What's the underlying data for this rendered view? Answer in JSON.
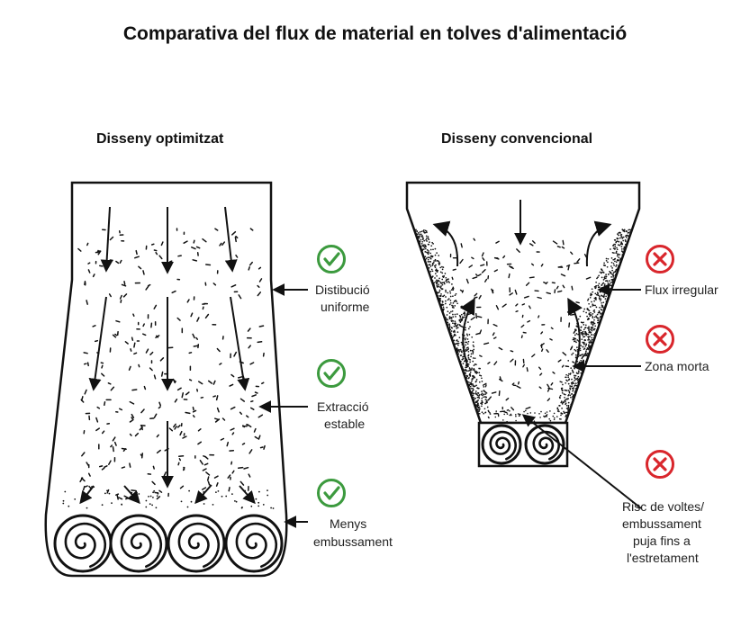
{
  "title": "Comparativa del flux de material en tolves d'alimentació",
  "optimized": {
    "heading": "Disseny optimitzat",
    "labels": [
      [
        "Distibució",
        "uniforme"
      ],
      [
        "Extracció",
        "estable"
      ],
      [
        "Menys",
        "embussament"
      ]
    ]
  },
  "conventional": {
    "heading": "Disseny convencional",
    "labels": [
      [
        "Flux irregular"
      ],
      [
        "Zona morta"
      ],
      [
        "Risc de voltes/",
        "embussament",
        "puja fins a",
        "l'estretament"
      ]
    ]
  },
  "colors": {
    "check": "#3c9a3e",
    "cross": "#d9262c",
    "ink": "#111111"
  },
  "icons": {
    "good": "check-circle-icon",
    "bad": "cross-circle-icon"
  }
}
